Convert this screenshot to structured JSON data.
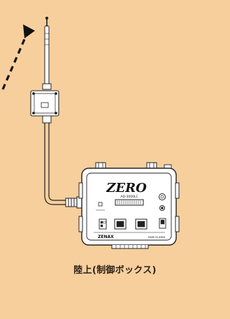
{
  "colors": {
    "background": "#f7cf9d",
    "line": "#222222",
    "device_fill": "#ffffff",
    "arrow": "#111111"
  },
  "icons": {
    "antenna": "antenna-icon",
    "arrow": "dashed-arrow-icon",
    "controller": "control-box-icon"
  },
  "device": {
    "brand_logo": "ZERO",
    "model_label": "AD-3000LC",
    "footer_brand": "ZENAX",
    "footer_small": "MADE IN JAPAN"
  },
  "caption": {
    "main": "陸上",
    "detail": "(制御ボックス)"
  }
}
